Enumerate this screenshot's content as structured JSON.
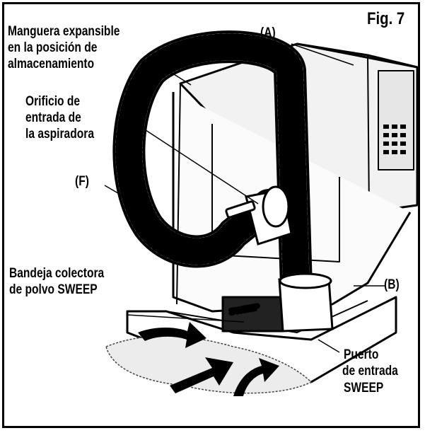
{
  "figure": {
    "title": "Fig. 7",
    "labels": {
      "hose_line1": "Manguera expansible",
      "hose_line2": "en la posición de",
      "hose_line3": "almacenamiento",
      "inlet_line1": "Orificio de",
      "inlet_line2": "entrada de",
      "inlet_line3": "la aspiradora",
      "a": "(A)",
      "f": "(F)",
      "b": "(B)",
      "tray_line1": "Bandeja colectora",
      "tray_line2": "de polvo SWEEP",
      "port_line1": "Puerto",
      "port_line2": "de entrada",
      "port_line3": "SWEEP",
      "sweep_mark": "SWEEP"
    }
  }
}
